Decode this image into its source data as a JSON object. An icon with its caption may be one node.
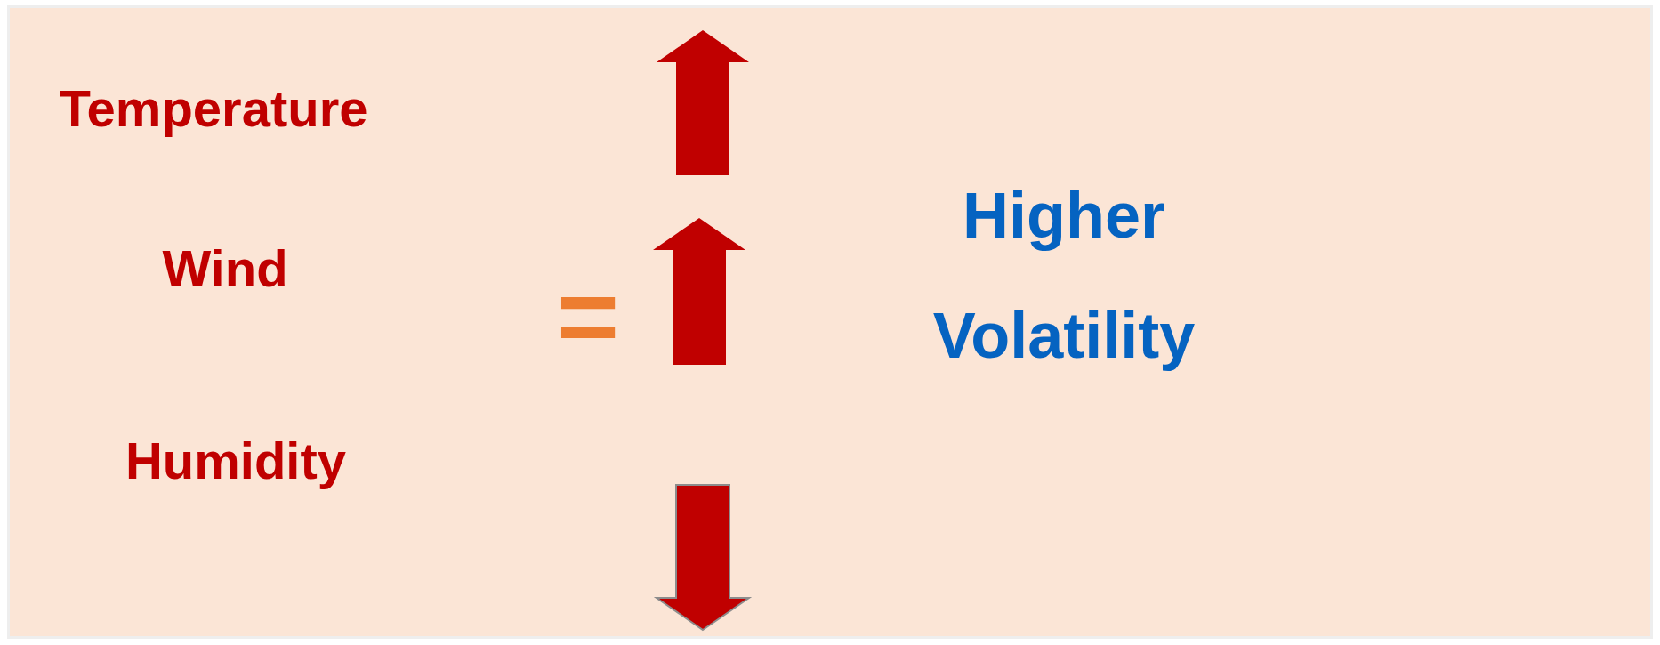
{
  "diagram": {
    "labels": [
      "Temperature",
      "Wind",
      "Humidity",
      "=",
      "Higher Volatility"
    ]
  }
}
